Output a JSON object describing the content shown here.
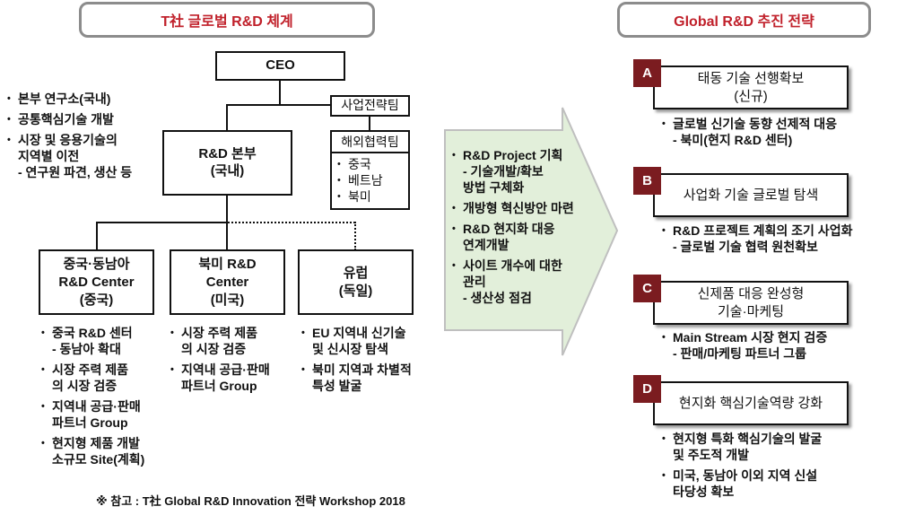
{
  "left_title": "T社 글로벌 R&D 체계",
  "right_title": "Global R&D 추진 전략",
  "org": {
    "ceo": "CEO",
    "strategy_team": "사업전략팀",
    "overseas_team": {
      "title": "해외협력팀",
      "items": [
        "중국",
        "베트남",
        "북미"
      ]
    },
    "hq": "R&D 본부\n(국내)",
    "hq_notes": [
      "본부 연구소(국내)",
      "공통핵심기술 개발",
      "시장 및 응용기술의\n지역별 이전\n- 연구원 파견, 생산 등"
    ],
    "centers": [
      {
        "name": "중국·동남아\nR&D Center\n(중국)",
        "notes": [
          "중국 R&D 센터\n- 동남아 확대",
          "시장 주력 제품\n의 시장 검증",
          "지역내 공급·판매\n파트너 Group",
          "현지형 제품 개발\n소규모 Site(계획)"
        ]
      },
      {
        "name": "북미 R&D\nCenter\n(미국)",
        "notes": [
          "시장 주력 제품\n의 시장 검증",
          "지역내 공급·판매\n파트너 Group"
        ]
      },
      {
        "name": "유럽\n(독일)",
        "notes": [
          "EU 지역내 신기술\n및 신시장 탐색",
          "북미 지역과 차별적\n특성 발굴"
        ]
      }
    ]
  },
  "footnote": "※ 참고 : T社 Global R&D Innovation 전략 Workshop 2018",
  "arrow_items": [
    "R&D Project 기획\n- 기술개발/확보\n   방법 구체화",
    "개방형 혁신방안 마련",
    "R&D 현지화 대응\n연계개발",
    "사이트 개수에 대한\n관리\n- 생산성 점검"
  ],
  "strategies": [
    {
      "letter": "A",
      "title": "태동 기술 선행확보\n(신규)",
      "notes": [
        "글로벌 신기술 동향 선제적 대응\n- 북미(현지 R&D 센터)"
      ]
    },
    {
      "letter": "B",
      "title": "사업화 기술 글로벌 탐색",
      "notes": [
        "R&D 프로젝트 계획의 조기 사업화\n- 글로벌 기술 협력 원천확보"
      ]
    },
    {
      "letter": "C",
      "title": "신제품 대응 완성형\n기술·마케팅",
      "notes": [
        "Main Stream 시장 현지 검증\n- 판매/마케팅 파트너 그룹"
      ]
    },
    {
      "letter": "D",
      "title": "현지화 핵심기술역량 강화",
      "notes": [
        "현지형 특화 핵심기술의 발굴\n및 주도적 개발",
        "미국, 동남아 이외 지역 신설\n타당성 확보"
      ]
    }
  ],
  "colors": {
    "title_red": "#c0202a",
    "letter_bg": "#7b1c20",
    "arrow_fill": "#e2efda"
  }
}
